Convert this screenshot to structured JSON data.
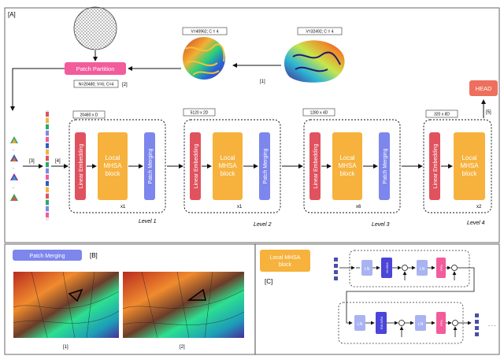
{
  "panels": {
    "a": "[A]",
    "b": "[B]",
    "c": "[C]"
  },
  "top": {
    "patch_partition": "Patch Partition",
    "dim_sphere_1": "V=40962; C = 4",
    "dim_sphere_2": "V=32492; C = 4",
    "dim_patch": "N=20480; V=6; C=4",
    "step_1": "[1]",
    "step_2": "[2]",
    "step_3": "[3]",
    "step_4": "[4]",
    "step_5": "[5]",
    "head": "HEAD"
  },
  "levels": [
    {
      "dim": "20480 x D",
      "embed": "Linear Embedding",
      "mhsa": "Local MHSA block",
      "merge": "Patch Merging",
      "mult": "x1",
      "name": "Level 1"
    },
    {
      "dim": "5120 x 2D",
      "embed": "Linear Embedding",
      "mhsa": "Local MHSA block",
      "merge": "Patch Merging",
      "mult": "x1",
      "name": "Level 2"
    },
    {
      "dim": "1280 x 4D",
      "embed": "Linear Embedding",
      "mhsa": "Local MHSA block",
      "merge": "Patch Merging",
      "mult": "x6",
      "name": "Level 3"
    },
    {
      "dim": "320 x 8D",
      "embed": "Linear Embedding",
      "mhsa": "Local MHSA block",
      "mult": "x2",
      "name": "Level 4"
    }
  ],
  "panel_b": {
    "label": "Patch Merging",
    "sub1": "[1]",
    "sub2": "[2]"
  },
  "panel_c": {
    "label": "Local MHSA block",
    "row1": [
      "LN",
      "W-MSA",
      "LN",
      "FFN"
    ],
    "row2": [
      "LN",
      "SW-MSA",
      "LN",
      "FFN"
    ]
  },
  "colors": {
    "embed": "#e0525e",
    "mhsa": "#f6b23c",
    "merge": "#7d86ec",
    "head": "#ee6f5e",
    "pink": "#f25c9a"
  }
}
